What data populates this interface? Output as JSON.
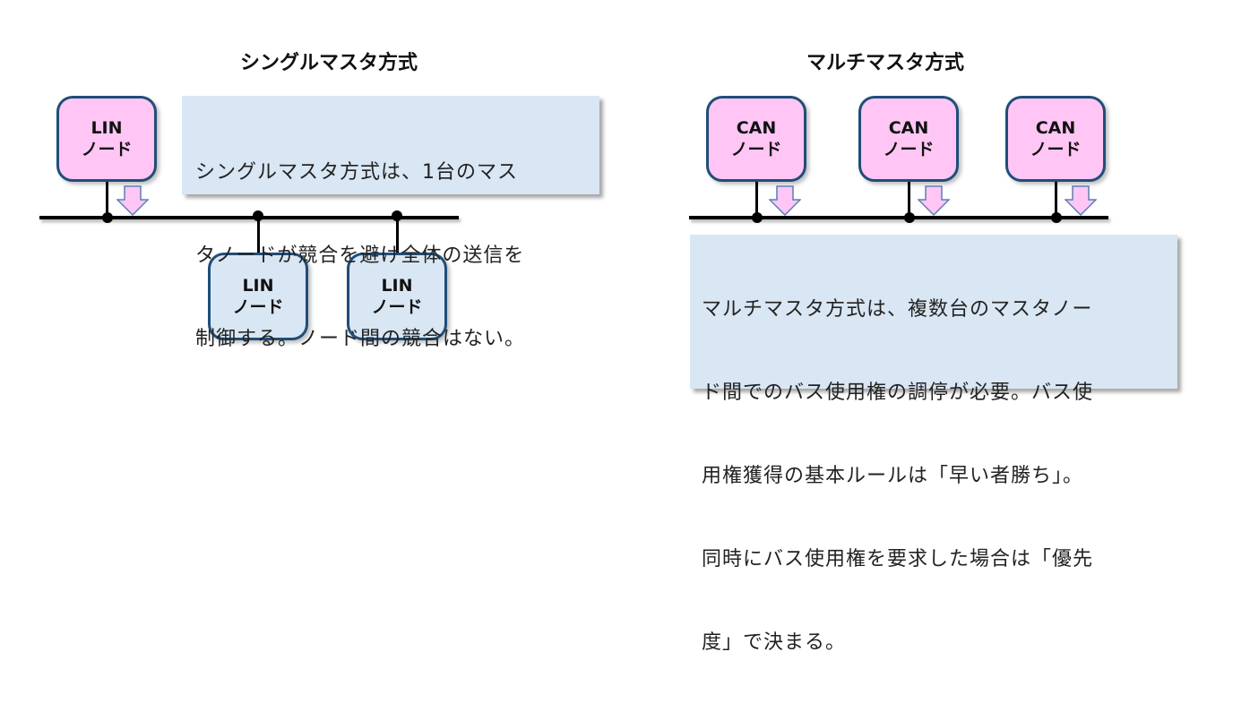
{
  "single_master": {
    "title": "シングルマスタ方式",
    "master_node": {
      "line1": "LIN",
      "line2": "ノード"
    },
    "slave_nodes": [
      {
        "line1": "LIN",
        "line2": "ノード"
      },
      {
        "line1": "LIN",
        "line2": "ノード"
      }
    ],
    "description_lines": [
      "シングルマスタ方式は、1台のマス",
      "タノードが競合を避け全体の送信を",
      "制御する。ノード間の競合はない。"
    ]
  },
  "multi_master": {
    "title": "マルチマスタ方式",
    "nodes": [
      {
        "line1": "CAN",
        "line2": "ノード"
      },
      {
        "line1": "CAN",
        "line2": "ノード"
      },
      {
        "line1": "CAN",
        "line2": "ノード"
      }
    ],
    "description_lines": [
      "マルチマスタ方式は、複数台のマスタノー",
      "ド間でのバス使用権の調停が必要。バス使",
      "用権獲得の基本ルールは「早い者勝ち」。",
      "同時にバス使用権を要求した場合は「優先",
      "度」で決まる。"
    ]
  },
  "colors": {
    "master_fill": "#ffc6f5",
    "slave_fill": "#d9e6f3",
    "node_border": "#1f4e79",
    "note_fill": "#d9e6f3",
    "arrow_fill": "#ffc6f5",
    "arrow_stroke": "#5b7fb5"
  }
}
